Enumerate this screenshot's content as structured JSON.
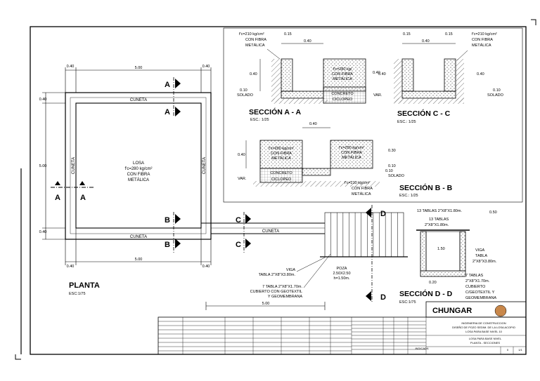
{
  "plan": {
    "title": "PLANTA",
    "scale": "ESC:1/75",
    "cuneta": "CUNETA",
    "losa": [
      "LOSA",
      "f'c=280 kg/cm²",
      "CON FIBRA",
      "METÁLICA"
    ],
    "dims": {
      "top_left": "0.40",
      "top_mid": "5.00",
      "top_right": "0.40",
      "left_top": "0.40",
      "left_mid": "5.00",
      "left_bot": "0.40",
      "bot_left": "0.40",
      "bot_mid": "5.00",
      "bot_right": "0.40",
      "run": "5.00"
    },
    "cut_a": "A",
    "cut_b": "B",
    "cut_c": "C",
    "cut_d": "D",
    "viga": [
      "VIGA",
      "TABLA 2\"X8\"X3.80m."
    ],
    "tablas": [
      "7 TABLA 2\"X8\"X1.70m.",
      "CUBIERTO CON GEOTEXTIL",
      "Y GEOMEMBRANA"
    ],
    "poza": [
      "POZA",
      "2.50X2.50",
      "h=1.50m."
    ]
  },
  "sec_aa": {
    "title": "SECCIÓN A - A",
    "scale": "ESC.: 1/25",
    "fc": [
      "f'c=210 kg/cm²",
      "CON FIBRA",
      "METÁLICA"
    ],
    "d015": "0.15",
    "d040a": "0.40",
    "d040b": "0.40",
    "d040c": "0.40",
    "d010": "0.10",
    "solado": "SOLADO",
    "var": "VAR.",
    "losa": [
      "f'c=280 kg/",
      "CON FIBRA",
      "METÁLICA"
    ],
    "ciclopeo": [
      "CONCRETO",
      "CICLOPEO"
    ]
  },
  "sec_cc": {
    "title": "SECCIÓN C - C",
    "scale": "ESC.: 1/25",
    "fc": [
      "f'c=210 kg/cm²",
      "CON FIBRA",
      "METÁLICA"
    ],
    "d015a": "0.15",
    "d040": "0.40",
    "d015b": "0.15",
    "d040v": "0.40",
    "d040r": "0.40",
    "d010": "0.10",
    "solado": "SOLADO"
  },
  "sec_bb": {
    "title": "SECCIÓN B - B",
    "scale": "ESC.: 1/25",
    "d040top": "0.40",
    "d040left": "0.40",
    "var": "VAR.",
    "losa1": [
      "f'c=280 kg/cm²",
      "CON FIBRA",
      "METÁLICA"
    ],
    "losa2": [
      "f'c=280 kg/cm²",
      "CON FIBRA",
      "METÁLICA"
    ],
    "ciclopeo": [
      "CONCRETO",
      "CICLOPEO"
    ],
    "d030": "0.30",
    "d010a": "0.10",
    "d010b": "0.10",
    "solado": "SOLADO",
    "fc": [
      "f'c=210 kg/cm²",
      "CON FIBRA",
      "METÁLICA"
    ]
  },
  "sec_dd": {
    "title": "SECCIÓN D - D",
    "scale": "ESC:1/75",
    "tablas13a": "13 TABLAS 2\"X8\"X1.80m.",
    "tablas13b": [
      "13 TABLAS",
      "2\"X8\"X1.80m."
    ],
    "d050": "0.50",
    "d150": "1.50",
    "d020": "0.20",
    "viga": [
      "VIGA",
      "TABLA",
      "2\"X8\"X3.80m."
    ],
    "tablas7": [
      "7 TABLAS",
      "2\"X8\"X1.70m.",
      "CUBIERTO",
      "C/GEOTEXTIL Y",
      "GEOMEMBRANA"
    ]
  },
  "title_block": {
    "company": "CHUNGAR",
    "project": [
      "INGENIERIA DE CONSTRUCCION",
      "DISEÑO DE POZO SEDIM. DE LA LOSA ACOPIO",
      "LOSA PARA BASE NIVEL 10"
    ],
    "drawing": [
      "LOSA PARA BASE NIVEL",
      "PLANTA - SECCIONES"
    ],
    "scale": "INDICADA",
    "sheet": "1/1",
    "rev": "0"
  },
  "colors": {
    "line": "#000000",
    "hatch": "#555555",
    "paper": "#ffffff"
  }
}
